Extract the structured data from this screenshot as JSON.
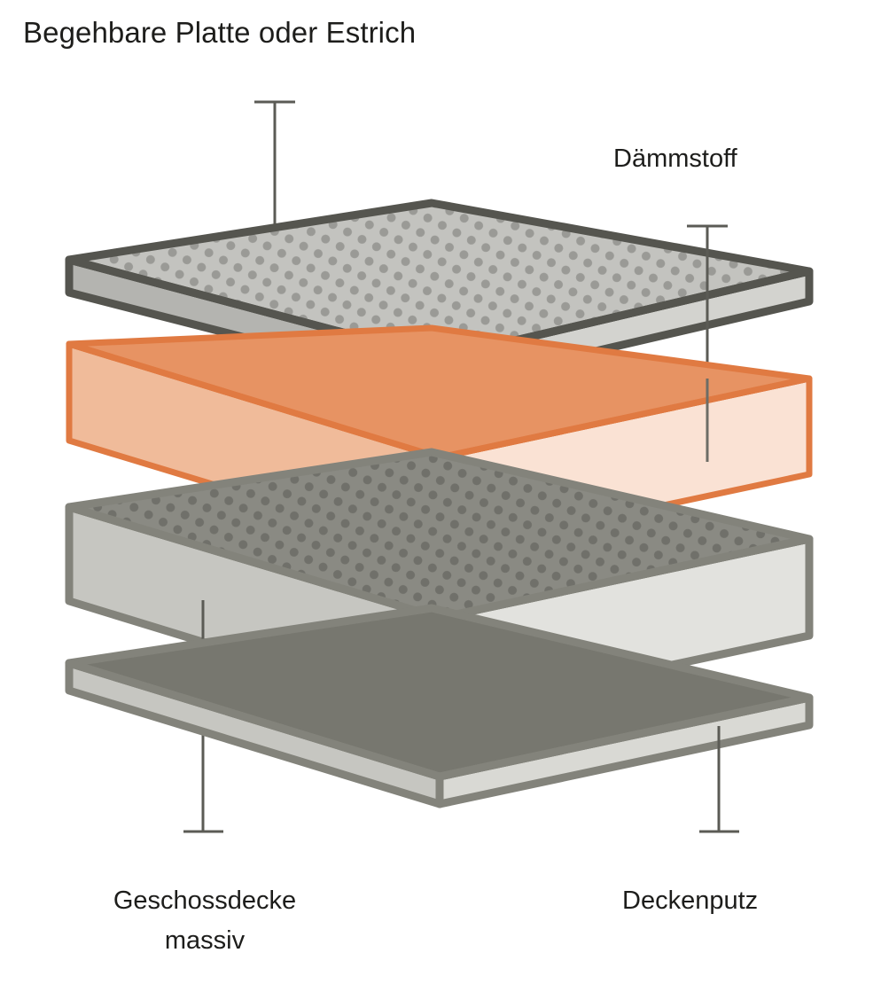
{
  "diagram": {
    "title": "Begehbare Platte oder Estrich",
    "type": "exploded-layer-assembly",
    "background_color": "#ffffff",
    "text_color": "#1d1d1b",
    "labels": [
      {
        "id": "daemmstoff",
        "text": "Dämmstoff",
        "lines": [
          "Dämmstoff"
        ],
        "position": "top-right"
      },
      {
        "id": "geschossdecke",
        "text": "Geschossdecke massiv",
        "lines": [
          "Geschossdecke",
          "massiv"
        ],
        "position": "bottom-left"
      },
      {
        "id": "deckenputz",
        "text": "Deckenputz",
        "lines": [
          "Deckenputz"
        ],
        "position": "bottom-right"
      }
    ],
    "leaders": [
      {
        "id": "leader-platte",
        "target_label": "Begehbare Platte oder Estrich",
        "tick": "top",
        "color": "#5b5b55"
      },
      {
        "id": "leader-daemmstoff",
        "target_label": "Dämmstoff",
        "tick": "top",
        "color": "#5b5b55"
      },
      {
        "id": "leader-geschossdecke",
        "target_label": "Geschossdecke massiv",
        "tick": "bottom",
        "color": "#5b5b55"
      },
      {
        "id": "leader-deckenputz",
        "target_label": "Deckenputz",
        "tick": "bottom",
        "color": "#5b5b55"
      }
    ],
    "layers": [
      {
        "id": "layer-platte",
        "order": 1,
        "name": "Begehbare Platte oder Estrich",
        "kind": "thin-panel",
        "texture": "dotted",
        "colors": {
          "outline": "#55554f",
          "top_face": "#c3c3bf",
          "dots": "#9a9a96",
          "left_face": "#b4b4b0",
          "right_face": "#d3d3cf"
        }
      },
      {
        "id": "layer-daemmstoff",
        "order": 2,
        "name": "Dämmstoff",
        "kind": "thick-block",
        "texture": "plain",
        "colors": {
          "outline": "#e07a42",
          "top_face": "#e79363",
          "left_face": "#f0bb9a",
          "right_face": "#fae2d4"
        }
      },
      {
        "id": "layer-geschossdecke",
        "order": 3,
        "name": "Geschossdecke massiv",
        "kind": "thick-block",
        "texture": "dotted",
        "colors": {
          "outline": "#83837b",
          "top_face": "#8a8a83",
          "dots": "#70706a",
          "left_face": "#c6c6c1",
          "right_face": "#e2e2de"
        }
      },
      {
        "id": "layer-deckenputz",
        "order": 4,
        "name": "Deckenputz",
        "kind": "thin-panel",
        "texture": "plain",
        "colors": {
          "outline": "#83837b",
          "top_face": "#77776f",
          "left_face": "#c6c6c1",
          "right_face": "#d9d9d4"
        }
      }
    ]
  }
}
